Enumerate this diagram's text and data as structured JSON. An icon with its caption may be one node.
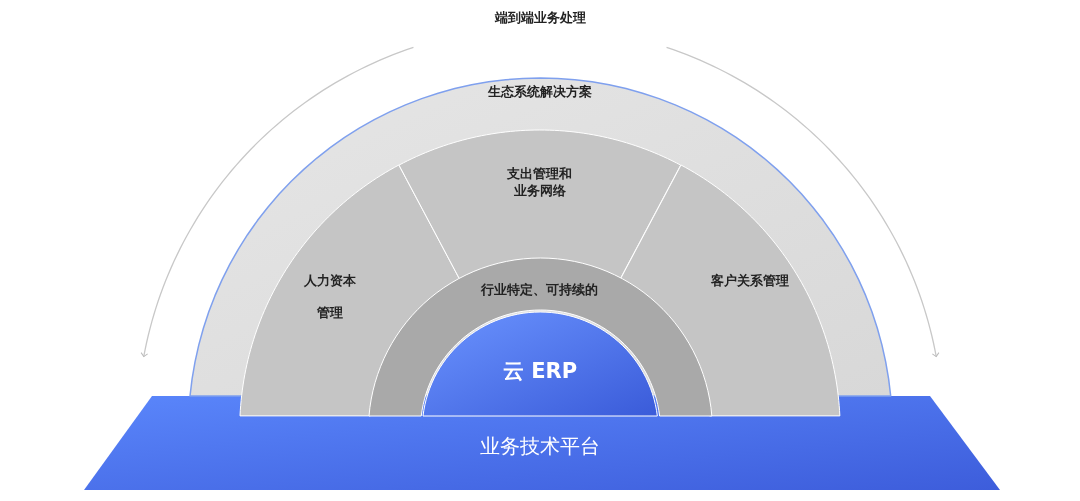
{
  "diagram": {
    "nodes": [
      {
        "text": [
          "生态系统解决方案"
        ]
      },
      {
        "text": [
          "人力资本",
          "管理"
        ],
        "in": 0
      },
      {
        "text": [
          "支出管理和业务网络"
        ],
        "in": 0
      },
      {
        "text": [
          "客户关系管理"
        ],
        "in": 0
      },
      {
        "text": [
          "行业特定、可持续的"
        ],
        "in": 0
      },
      {
        "text": [
          "云 ERP"
        ],
        "in": 4
      },
      {
        "text": [
          "业务技术平台"
        ]
      }
    ],
    "labels": [
      "端到端业务处理"
    ]
  }
}
